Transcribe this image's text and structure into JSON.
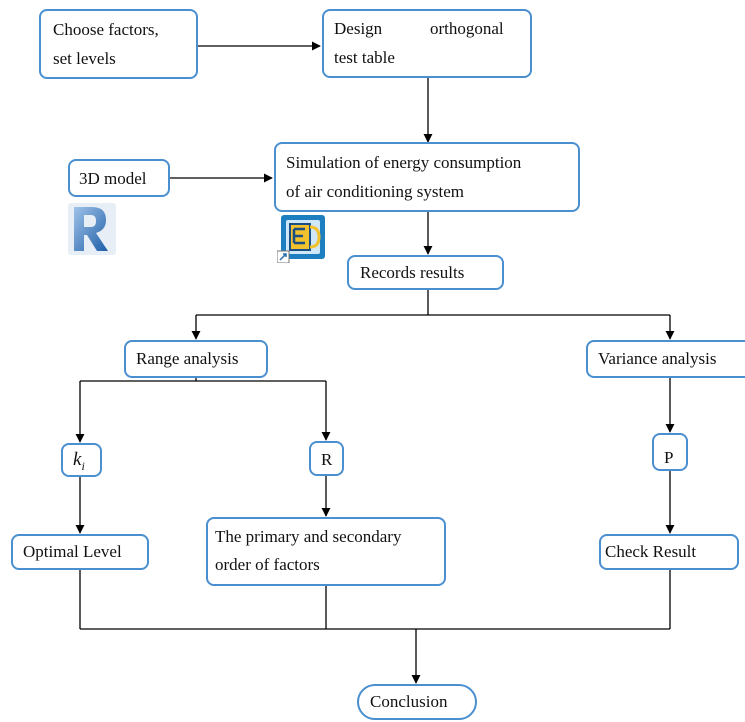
{
  "nodes": {
    "choose": {
      "line1": "Choose factors,",
      "line2": "set levels"
    },
    "design": {
      "word1": "Design",
      "word2": "orthogonal",
      "line2": "test table"
    },
    "simulation": {
      "line1": "Simulation of energy consumption",
      "line2": "of air conditioning system"
    },
    "model3d": {
      "label": "3D model"
    },
    "records": {
      "label": "Records results"
    },
    "range": {
      "label": "Range analysis"
    },
    "variance": {
      "label": "Variance analysis"
    },
    "ki": {
      "base": "k",
      "sub": "i"
    },
    "r": {
      "label": "R"
    },
    "p": {
      "label": "P"
    },
    "optimal": {
      "label": "Optimal Level"
    },
    "primary": {
      "line1": "The primary and secondary",
      "line2": "order of factors"
    },
    "check": {
      "label": "Check Result"
    },
    "conclusion": {
      "label": "Conclusion"
    }
  },
  "colors": {
    "box_border": "#4a8fd0",
    "wire": "#000000"
  },
  "icons": [
    "revit-logo-icon",
    "energyplus-app-icon"
  ]
}
